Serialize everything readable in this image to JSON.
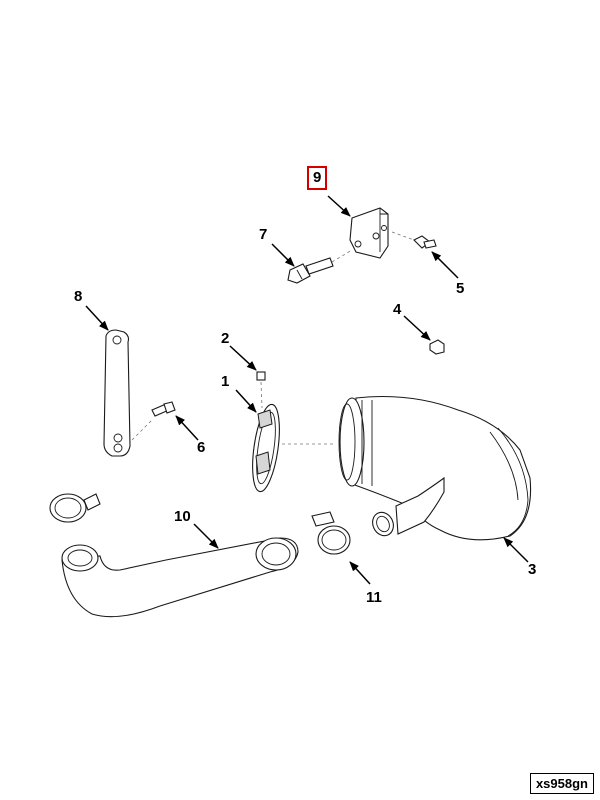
{
  "callouts": [
    {
      "id": "1",
      "label": "1",
      "part": "flange-gasket"
    },
    {
      "id": "2",
      "label": "2",
      "part": "plug"
    },
    {
      "id": "3",
      "label": "3",
      "part": "exhaust-elbow"
    },
    {
      "id": "4",
      "label": "4",
      "part": "capscrew"
    },
    {
      "id": "5",
      "label": "5",
      "part": "capscrew"
    },
    {
      "id": "6",
      "label": "6",
      "part": "capscrew"
    },
    {
      "id": "7",
      "label": "7",
      "part": "capscrew"
    },
    {
      "id": "8",
      "label": "8",
      "part": "support-brace"
    },
    {
      "id": "9",
      "label": "9",
      "part": "mounting-bracket",
      "highlighted": true
    },
    {
      "id": "10",
      "label": "10",
      "part": "tube"
    },
    {
      "id": "11",
      "label": "11",
      "part": "hose-clamp"
    }
  ],
  "highlight_color": "#d40000",
  "figure_code": "xs958gn"
}
